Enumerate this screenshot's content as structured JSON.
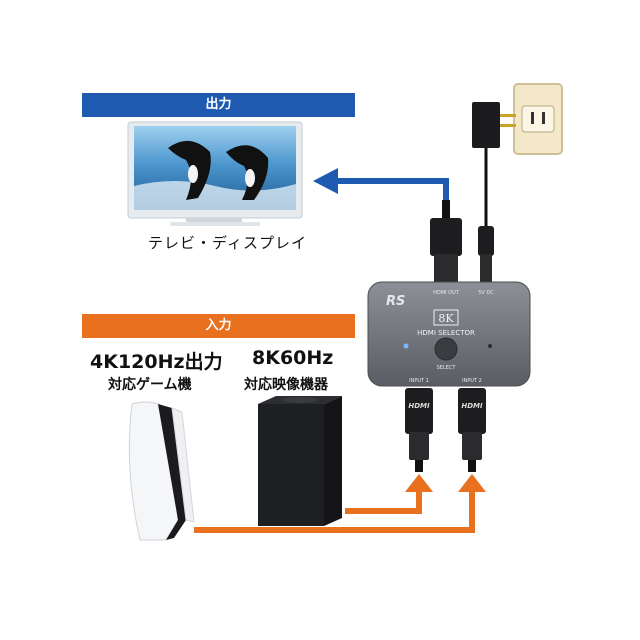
{
  "banners": {
    "output": "出力",
    "input": "入力"
  },
  "tv": {
    "label": "テレビ・ディスプレイ"
  },
  "devices": [
    {
      "title": "4K120Hz出力",
      "subtitle": "対応ゲーム機"
    },
    {
      "title": "8K60Hz",
      "subtitle": "対応映像機器"
    }
  ],
  "selector": {
    "logo": "RS",
    "badge": "8K",
    "name": "HDMI SELECTOR",
    "button_label": "SELECT",
    "port_out": "HDMI OUT",
    "port_power": "5V DC",
    "input1": "INPUT 1",
    "input2": "INPUT 2",
    "plug_label": "HDMI"
  },
  "colors": {
    "output": "#1e5bb0",
    "input": "#e8701e"
  }
}
